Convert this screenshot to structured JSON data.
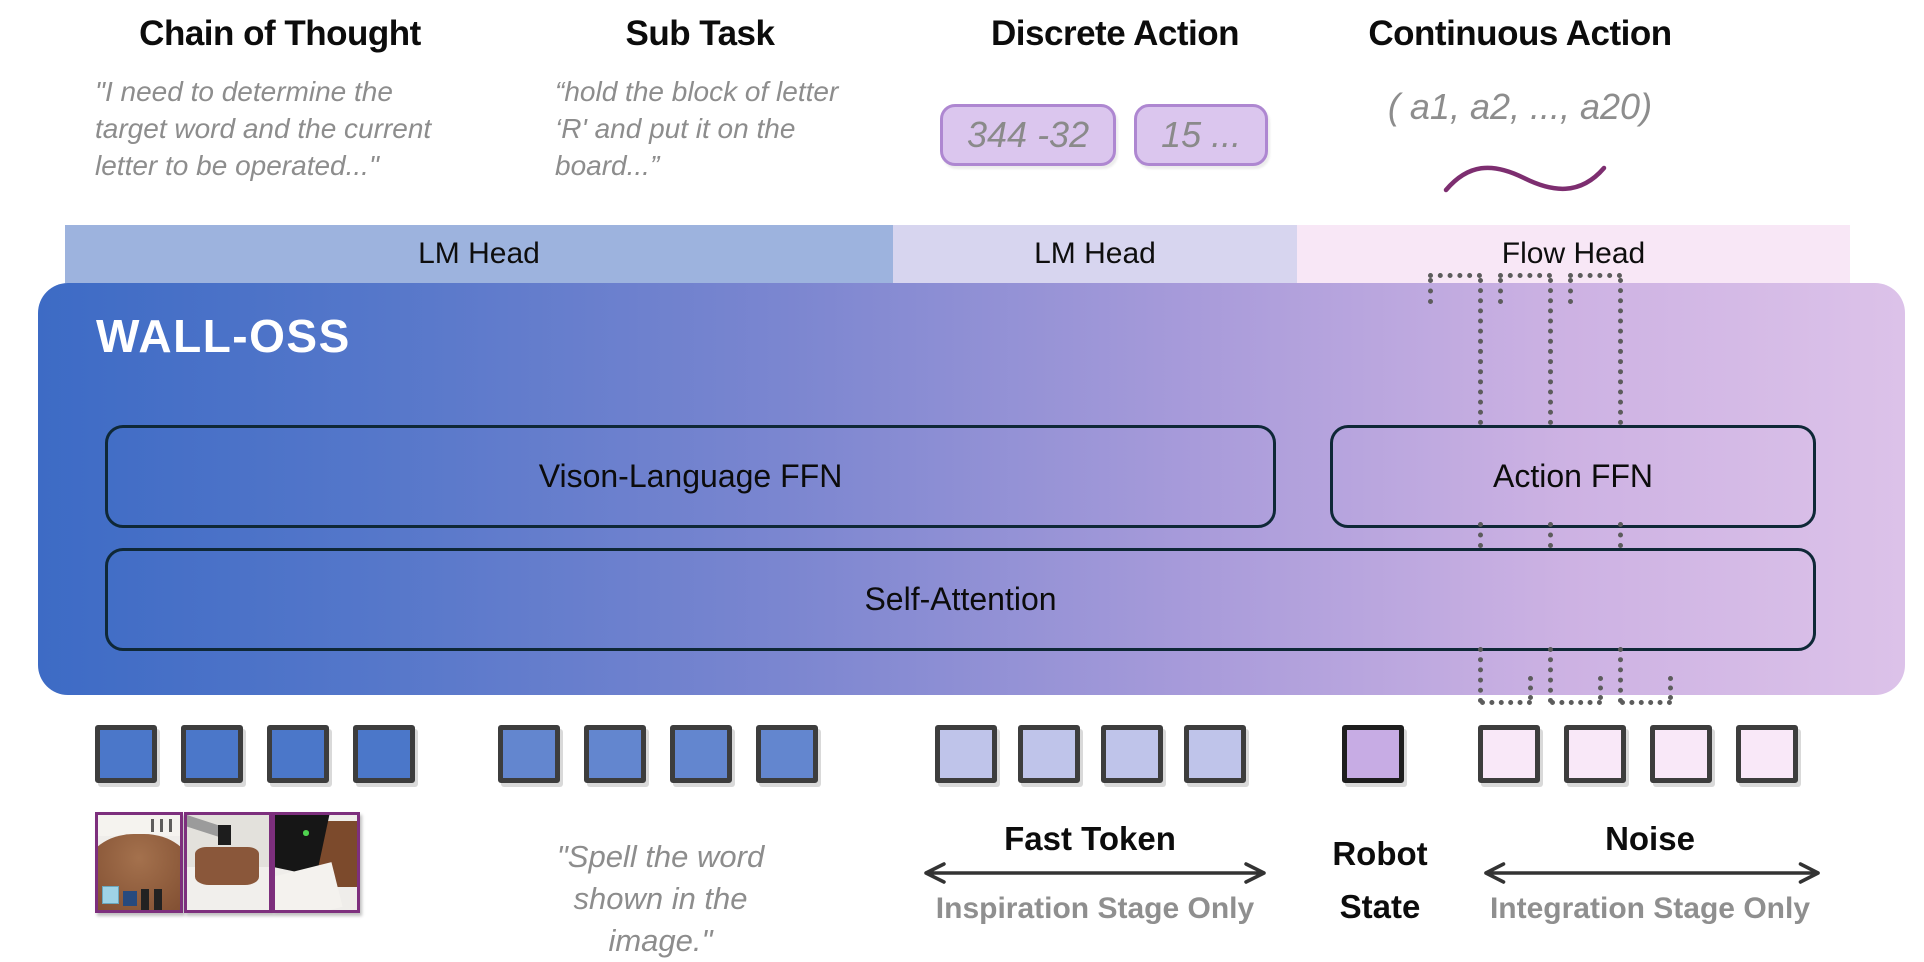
{
  "columns": [
    {
      "title": "Chain of Thought",
      "quote": "\"I need to determine the target word and the current letter to be operated...\""
    },
    {
      "title": "Sub Task",
      "quote": "“hold the block of letter ‘R' and put it on the board...”"
    },
    {
      "title": "Discrete Action",
      "tokens": [
        "344 -32",
        "15 ..."
      ]
    },
    {
      "title": "Continuous Action",
      "vector": "( a1, a2, ..., a20)"
    }
  ],
  "heads": [
    {
      "label": "LM Head",
      "color": "#9db3de"
    },
    {
      "label": "LM Head",
      "color": "#d7d5ef"
    },
    {
      "label": "Flow Head",
      "color": "#f8e7f6"
    }
  ],
  "model": {
    "name": "WALL-OSS",
    "vl_ffn": "Vison-Language FFN",
    "action_ffn": "Action FFN",
    "self_attention": "Self-Attention",
    "gradient_left": "#3d6bc5",
    "gradient_right": "#dcc2e9"
  },
  "bottom": {
    "vl_prompt": "\"Spell the word shown in the image.\"",
    "fast_token_label": "Fast Token",
    "fast_token_stage": "Inspiration Stage Only",
    "robot_state_label": "Robot State",
    "noise_label": "Noise",
    "noise_stage": "Integration Stage Only"
  },
  "token_groups": [
    {
      "name": "vision-tokens",
      "count": 4,
      "fill": "#4b77c9",
      "border": "#3d3d3d"
    },
    {
      "name": "text-tokens",
      "count": 4,
      "fill": "#6386cf",
      "border": "#3d3d3d"
    },
    {
      "name": "fast-tokens",
      "count": 4,
      "fill": "#bfc4ea",
      "border": "#3d3d3d"
    },
    {
      "name": "robot-state-token",
      "count": 1,
      "fill": "#c7ace4",
      "border": "#1e1e1e"
    },
    {
      "name": "noise-tokens",
      "count": 4,
      "fill": "#f9e8f8",
      "border": "#3d3d3d"
    }
  ],
  "accents": {
    "pill_fill": "#dbc6ee",
    "pill_border": "#ae87d1",
    "wave_color": "#7d2e70",
    "dotted_color": "#5c5c5c",
    "quote_gray": "#8d8d8d",
    "image_border": "#7d2f7d"
  }
}
